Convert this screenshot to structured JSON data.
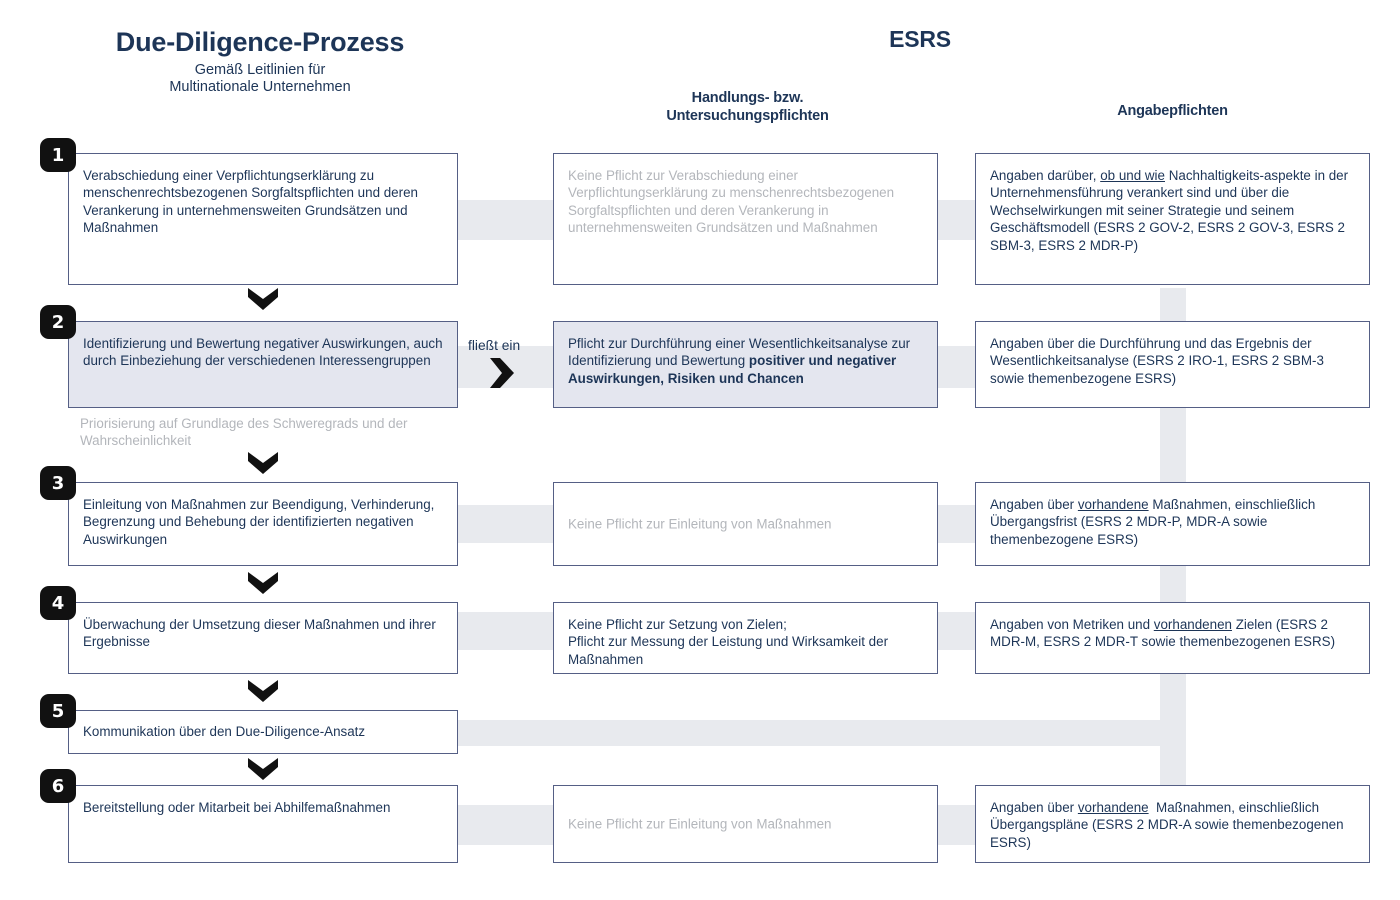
{
  "headers": {
    "left_title": "Due-Diligence-Prozess",
    "left_subtitle": "Gemäß Leitlinien für\nMultinationale Unternehmen",
    "right_title": "ESRS",
    "middle_column_header": "Handlungs- bzw.\nUntersuchungspflichten",
    "right_column_header": "Angabepflichten"
  },
  "connector": {
    "label": "fließt ein",
    "arrow_icon": "chevron-right-icon"
  },
  "colors": {
    "brand_navy": "#1d3557",
    "box_border": "#555f85",
    "band_gray": "#e8eaee",
    "highlight_fill": "#e4e6ef",
    "muted_text": "#b3b6bb",
    "badge_bg": "#111111"
  },
  "rows": [
    {
      "number": "1",
      "left": "Verabschiedung einer Verpflichtungserklärung zu menschenrechtsbezogenen Sorgfaltspflichten und deren Verankerung in unternehmensweiten Grundsätzen und Maßnahmen",
      "middle": "Keine Pflicht zur Verabschiedung einer Verpflichtungserklärung zu menschenrechtsbezogenen Sorgfaltspflichten und deren Verankerung in unternehmensweiten Grundsätzen und Maßnahmen",
      "middle_style": "muted",
      "right": "Angaben darüber, ob und wie Nachhaltigkeits-aspekte in der Unternehmensführung verankert sind und über die Wechselwirkungen mit seiner Strategie und seinem Geschäftsmodell (ESRS 2 GOV-2, ESRS 2 GOV-3, ESRS 2 SBM-3, ESRS 2 MDR-P)",
      "right_underline": "ob und wie"
    },
    {
      "number": "2",
      "left": "Identifizierung und Bewertung negativer Auswirkungen, auch durch Einbeziehung der verschiedenen Interessengruppen",
      "left_highlight": true,
      "sidenote": "Priorisierung auf Grundlage des Schweregrads und der Wahrscheinlichkeit",
      "middle": "Pflicht zur Durchführung einer Wesentlichkeitsanalyse zur Identifizierung und Bewertung positiver und negativer Auswirkungen, Risiken und Chancen",
      "middle_bold": "positiver und negativer Auswirkungen, Risiken und Chancen",
      "middle_highlight": true,
      "right": "Angaben über die Durchführung und das Ergebnis der Wesentlichkeitsanalyse (ESRS 2 IRO-1, ESRS 2 SBM-3 sowie themenbezogene ESRS)"
    },
    {
      "number": "3",
      "left": "Einleitung von Maßnahmen zur Beendigung, Verhinderung, Begrenzung und Behebung der identifizierten negativen Auswirkungen",
      "middle": "Keine Pflicht zur Einleitung von Maßnahmen",
      "middle_style": "muted",
      "right": "Angaben über vorhandene Maßnahmen, einschließlich Übergangsfrist (ESRS 2 MDR-P, MDR-A sowie themenbezogene ESRS)",
      "right_underline": "vorhandene"
    },
    {
      "number": "4",
      "left": "Überwachung der Umsetzung dieser Maßnahmen und ihrer Ergebnisse",
      "middle_muted_line": "Keine Pflicht zur Setzung von Zielen;",
      "middle": "Pflicht zur Messung der Leistung und Wirksamkeit der Maßnahmen",
      "right": "Angaben von Metriken und vorhandenen Zielen (ESRS 2 MDR-M, ESRS 2 MDR-T sowie themenbezogenen ESRS)",
      "right_underline": "vorhandenen"
    },
    {
      "number": "5",
      "left": "Kommunikation über den Due-Diligence-Ansatz",
      "middle": "",
      "right": ""
    },
    {
      "number": "6",
      "left": "Bereitstellung oder Mitarbeit bei Abhilfemaßnahmen",
      "middle": "Keine Pflicht zur Einleitung von Maßnahmen",
      "middle_style": "muted",
      "right": "Angaben über vorhandene  Maßnahmen, einschließlich Übergangspläne (ESRS 2 MDR-A sowie themenbezogenen ESRS)",
      "right_underline": "vorhandene"
    }
  ]
}
